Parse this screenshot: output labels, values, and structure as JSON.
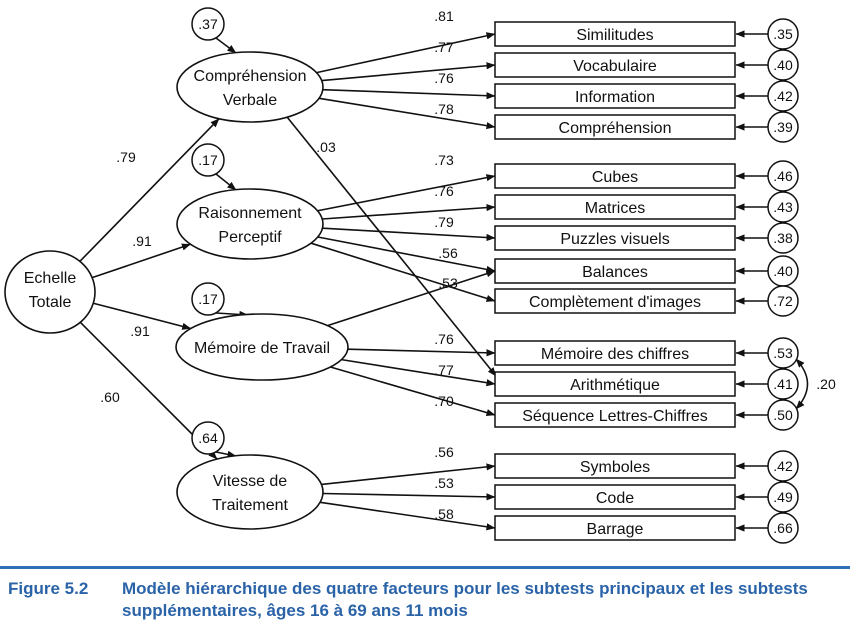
{
  "root": {
    "label_line1": "Echelle",
    "label_line2": "Totale"
  },
  "factors": [
    {
      "id": "cv",
      "line1": "Compréhension",
      "line2": "Verbale",
      "error": ".37",
      "loading": ".79"
    },
    {
      "id": "rp",
      "line1": "Raisonnement",
      "line2": "Perceptif",
      "error": ".17",
      "loading": ".91"
    },
    {
      "id": "mt",
      "line1": "Mémoire de Travail",
      "line2": "",
      "error": ".17",
      "loading": ".91"
    },
    {
      "id": "vt",
      "line1": "Vitesse de",
      "line2": "Traitement",
      "error": ".64",
      "loading": ".60"
    }
  ],
  "subtests": [
    {
      "label": "Similitudes",
      "error": ".35"
    },
    {
      "label": "Vocabulaire",
      "error": ".40"
    },
    {
      "label": "Information",
      "error": ".42"
    },
    {
      "label": "Compréhension",
      "error": ".39"
    },
    {
      "label": "Cubes",
      "error": ".46"
    },
    {
      "label": "Matrices",
      "error": ".43"
    },
    {
      "label": "Puzzles visuels",
      "error": ".38"
    },
    {
      "label": "Balances",
      "error": ".40"
    },
    {
      "label": "Complètement d'images",
      "error": ".72"
    },
    {
      "label": "Mémoire des chiffres",
      "error": ".53"
    },
    {
      "label": "Arithmétique",
      "error": ".41"
    },
    {
      "label": "Séquence Lettres-Chiffres",
      "error": ".50"
    },
    {
      "label": "Symboles",
      "error": ".42"
    },
    {
      "label": "Code",
      "error": ".49"
    },
    {
      "label": "Barrage",
      "error": ".66"
    }
  ],
  "paths": [
    {
      "from": "cv",
      "to": "Similitudes",
      "coef": ".81"
    },
    {
      "from": "cv",
      "to": "Vocabulaire",
      "coef": ".77"
    },
    {
      "from": "cv",
      "to": "Information",
      "coef": ".76"
    },
    {
      "from": "cv",
      "to": "Compréhension",
      "coef": ".78"
    },
    {
      "from": "cv",
      "to": "Arithmétique",
      "coef": ".03"
    },
    {
      "from": "rp",
      "to": "Cubes",
      "coef": ".73"
    },
    {
      "from": "rp",
      "to": "Matrices",
      "coef": ".76"
    },
    {
      "from": "rp",
      "to": "Puzzles visuels",
      "coef": ".79"
    },
    {
      "from": "rp",
      "to": "Balances",
      "coef": ".56"
    },
    {
      "from": "rp",
      "to": "Complètement d'images",
      "coef": ""
    },
    {
      "from": "mt",
      "to": "Balances",
      "coef": ".53"
    },
    {
      "from": "mt",
      "to": "Mémoire des chiffres",
      "coef": ".76"
    },
    {
      "from": "mt",
      "to": "Arithmétique",
      "coef": ".77"
    },
    {
      "from": "mt",
      "to": "Séquence Lettres-Chiffres",
      "coef": ".70"
    },
    {
      "from": "vt",
      "to": "Symboles",
      "coef": ".56"
    },
    {
      "from": "vt",
      "to": "Code",
      "coef": ".53"
    },
    {
      "from": "vt",
      "to": "Barrage",
      "coef": ".58"
    }
  ],
  "error_correlation": {
    "between": [
      "Mémoire des chiffres",
      "Séquence Lettres-Chiffres"
    ],
    "value": ".20"
  },
  "caption": {
    "figure_number": "Figure 5.2",
    "text": "Modèle hiérarchique des quatre facteurs pour les subtests principaux et les subtests supplémentaires, âges 16 à 69 ans 11 mois"
  },
  "colors": {
    "caption": "#2a63a8",
    "rule": "#2f6fb5",
    "lines": "#111111"
  }
}
